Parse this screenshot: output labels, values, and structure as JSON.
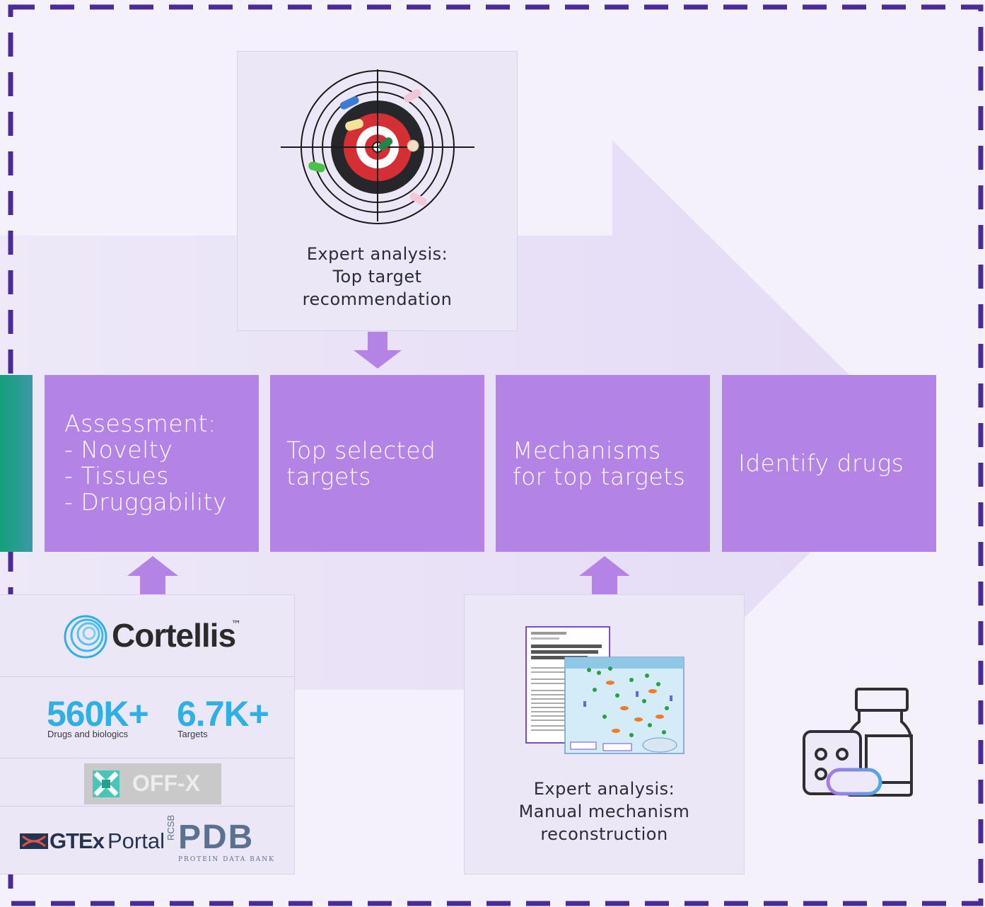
{
  "colors": {
    "frame_dash": "#4b2a9a",
    "box_fill": "#b384e6",
    "arrow_fill": "#b384e6",
    "panel_fill": "#ece7f7",
    "cortellis_blue": "#2eb0e4",
    "teal_edge": "#17a38a"
  },
  "top_panel": {
    "caption": "Expert analysis:\nTop target\nrecommendation",
    "image_icon": "target-with-pills-icon"
  },
  "boxes": [
    {
      "label": "Assessment:\n- Novelty\n- Tissues\n- Druggability"
    },
    {
      "label": "Top selected\ntargets"
    },
    {
      "label": "Mechanisms\nfor top targets"
    },
    {
      "label": "Identify drugs"
    }
  ],
  "sources_panel": {
    "cortellis": {
      "name": "Cortellis",
      "tm": "™"
    },
    "stats": [
      {
        "value": "560K+",
        "label": "Drugs and biologics"
      },
      {
        "value": "6.7K+",
        "label": "Targets"
      }
    ],
    "offx": {
      "name": "OFF-X"
    },
    "gtex": {
      "name_bold": "GTEx",
      "name_light": "Portal"
    },
    "pdb": {
      "name": "PDB",
      "rcsb": "RCSB",
      "subtitle": "PROTEIN DATA BANK"
    }
  },
  "mechanism_panel": {
    "caption": "Expert analysis:\nManual mechanism\nreconstruction",
    "image_icon": "pathway-map-document-icon"
  },
  "drug_icon": "drug-bottle-pill-icon"
}
